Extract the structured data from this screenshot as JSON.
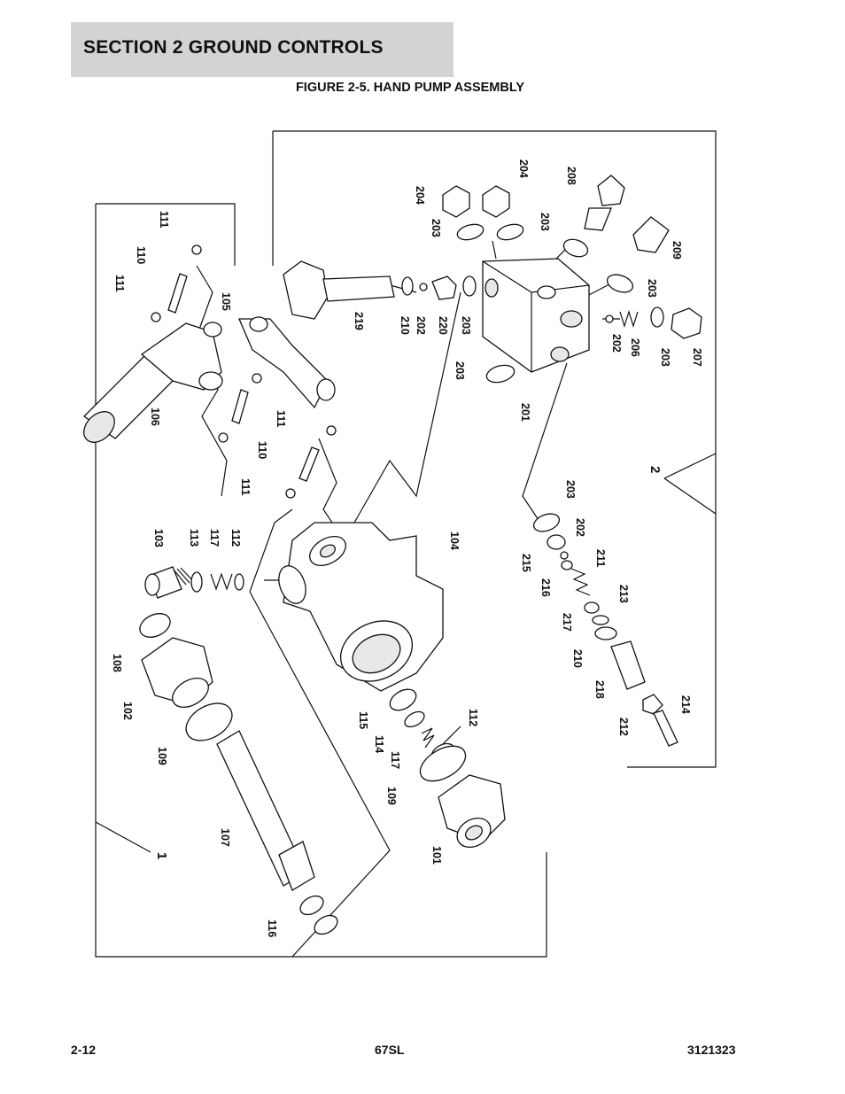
{
  "header": {
    "section_label": "SECTION 2   GROUND CONTROLS",
    "figure_title": "FIGURE 2-5. HAND PUMP ASSEMBLY"
  },
  "callouts": {
    "c101": "101",
    "c102": "102",
    "c103": "103",
    "c104": "104",
    "c105": "105",
    "c106": "106",
    "c107": "107",
    "c108": "108",
    "c109a": "109",
    "c109b": "109",
    "c110a": "110",
    "c110b": "110",
    "c111a": "111",
    "c111b": "111",
    "c111c": "111",
    "c111d": "111",
    "c112a": "112",
    "c112b": "112",
    "c113": "113",
    "c114": "114",
    "c115": "115",
    "c116": "116",
    "c117a": "117",
    "c117b": "117",
    "c201": "201",
    "c202a": "202",
    "c202b": "202",
    "c202c": "202",
    "c203a": "203",
    "c203b": "203",
    "c203c": "203",
    "c203d": "203",
    "c203e": "203",
    "c203f": "203",
    "c203g": "203",
    "c204a": "204",
    "c204b": "204",
    "c206": "206",
    "c207": "207",
    "c208": "208",
    "c209": "209",
    "c210a": "210",
    "c210b": "210",
    "c211": "211",
    "c212": "212",
    "c213": "213",
    "c214": "214",
    "c215": "215",
    "c216": "216",
    "c217": "217",
    "c218": "218",
    "c219": "219",
    "c220": "220"
  },
  "group_markers": {
    "g1": "1",
    "g2": "2"
  },
  "footer": {
    "page_number": "2-12",
    "model": "67SL",
    "manual_number": "3121323"
  }
}
